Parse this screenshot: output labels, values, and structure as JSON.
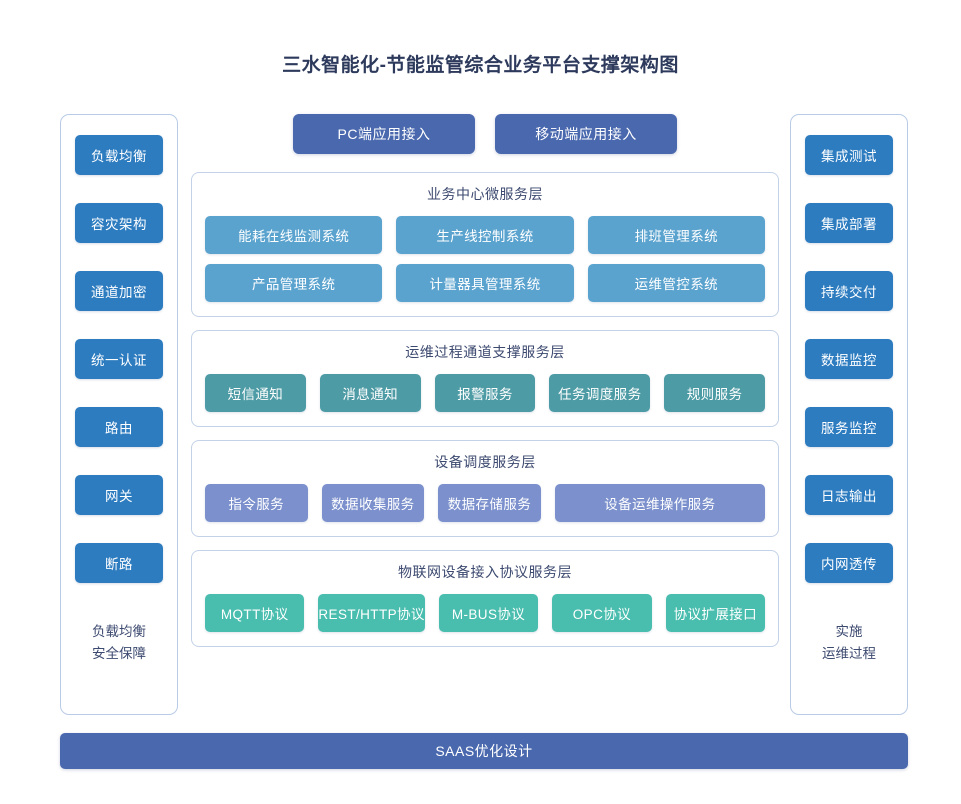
{
  "title": "三水智能化-节能监管综合业务平台支撑架构图",
  "left_sidebar": {
    "items": [
      {
        "label": "负载均衡"
      },
      {
        "label": "容灾架构"
      },
      {
        "label": "通道加密"
      },
      {
        "label": "统一认证"
      },
      {
        "label": "路由"
      },
      {
        "label": "网关"
      },
      {
        "label": "断路"
      }
    ],
    "footer": [
      {
        "label": "负载均衡"
      },
      {
        "label": "安全保障"
      }
    ]
  },
  "right_sidebar": {
    "items": [
      {
        "label": "集成测试"
      },
      {
        "label": "集成部署"
      },
      {
        "label": "持续交付"
      },
      {
        "label": "数据监控"
      },
      {
        "label": "服务监控"
      },
      {
        "label": "日志输出"
      },
      {
        "label": "内网透传"
      }
    ],
    "footer": [
      {
        "label": "实施"
      },
      {
        "label": "运维过程"
      }
    ]
  },
  "access_row": {
    "buttons": [
      {
        "label": "PC端应用接入"
      },
      {
        "label": "移动端应用接入"
      }
    ]
  },
  "layers": {
    "business": {
      "title": "业务中心微服务层",
      "row1": [
        {
          "label": "能耗在线监测系统"
        },
        {
          "label": "生产线控制系统"
        },
        {
          "label": "排班管理系统"
        }
      ],
      "row2": [
        {
          "label": "产品管理系统"
        },
        {
          "label": "计量器具管理系统"
        },
        {
          "label": "运维管控系统"
        }
      ]
    },
    "ops": {
      "title": "运维过程通道支撑服务层",
      "items": [
        {
          "label": "短信通知"
        },
        {
          "label": "消息通知"
        },
        {
          "label": "报警服务"
        },
        {
          "label": "任务调度服务"
        },
        {
          "label": "规则服务"
        }
      ]
    },
    "device": {
      "title": "设备调度服务层",
      "items": [
        {
          "label": "指令服务"
        },
        {
          "label": "数据收集服务"
        },
        {
          "label": "数据存储服务"
        },
        {
          "label": "设备运维操作服务"
        }
      ]
    },
    "iot": {
      "title": "物联网设备接入协议服务层",
      "items": [
        {
          "label": "MQTT协议"
        },
        {
          "label": "REST/HTTP协议"
        },
        {
          "label": "M-BUS协议"
        },
        {
          "label": "OPC协议"
        },
        {
          "label": "协议扩展接口"
        }
      ]
    }
  },
  "bottom_bar": {
    "label": "SAAS优化设计"
  },
  "colors": {
    "title_text": "#2d3a5c",
    "sidebar_button": "#2d7cc0",
    "access_button": "#4a68ae",
    "business_node": "#5ba3cf",
    "ops_node": "#4d9ba5",
    "device_node": "#7b90cc",
    "iot_node": "#49bdae",
    "bottom_bar": "#4a68ae",
    "panel_border": "#c3d2e8",
    "page_background": "#ffffff"
  }
}
